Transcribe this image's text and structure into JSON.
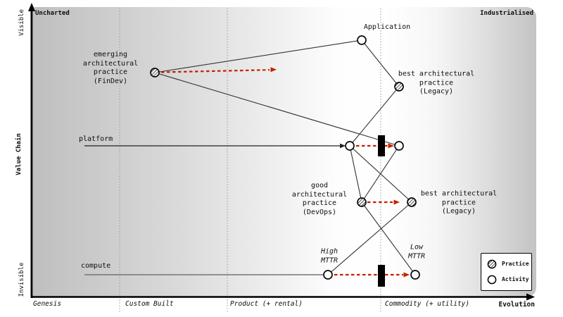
{
  "map": {
    "quadrants": {
      "top_left": "Uncharted",
      "top_right": "Industrialised"
    },
    "y_axis": {
      "title": "Value Chain",
      "top_label": "Visible",
      "bottom_label": "Invisible"
    },
    "x_axis": {
      "title": "Evolution",
      "stages": [
        "Genesis",
        "Custom Built",
        "Product (+ rental)",
        "Commodity (+ utility)"
      ]
    },
    "nodes": {
      "emerging_practice": {
        "label": "emerging\narchitectural\npractice\n(FinDev)",
        "type": "practice"
      },
      "application": {
        "label": "Application",
        "type": "activity"
      },
      "best_practice_top": {
        "label": "best architectural\npractice\n(Legacy)",
        "type": "practice"
      },
      "platform": {
        "label": "platform",
        "type": "activity"
      },
      "good_practice": {
        "label": "good\narchitectural\npractice\n(DevOps)",
        "type": "practice"
      },
      "best_practice_bottom": {
        "label": "best architectural\npractice\n(Legacy)",
        "type": "practice"
      },
      "compute": {
        "label": "compute",
        "type": "activity"
      },
      "high_mttr": {
        "label": "High\nMTTR",
        "type": "activity"
      },
      "low_mttr": {
        "label": "Low\nMTTR",
        "type": "activity"
      }
    },
    "legend": {
      "items": [
        {
          "label": "Practice",
          "symbol": "hatched-circle"
        },
        {
          "label": "Activity",
          "symbol": "open-circle"
        }
      ]
    },
    "colors": {
      "movement_arrow": "#c42000",
      "inertia_bar": "#000000",
      "edge_line": "#333333",
      "compute_line": "#757575"
    }
  }
}
